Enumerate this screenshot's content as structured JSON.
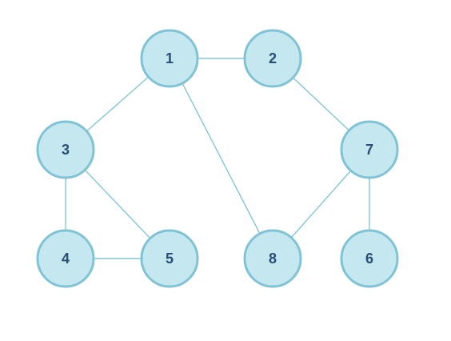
{
  "graph": {
    "nodes": [
      {
        "id": "1",
        "label": "1"
      },
      {
        "id": "2",
        "label": "2"
      },
      {
        "id": "3",
        "label": "3"
      },
      {
        "id": "4",
        "label": "4"
      },
      {
        "id": "5",
        "label": "5"
      },
      {
        "id": "6",
        "label": "6"
      },
      {
        "id": "7",
        "label": "7"
      },
      {
        "id": "8",
        "label": "8"
      }
    ],
    "edges": [
      {
        "from": "1",
        "to": "2"
      },
      {
        "from": "1",
        "to": "3"
      },
      {
        "from": "1",
        "to": "8"
      },
      {
        "from": "2",
        "to": "7"
      },
      {
        "from": "3",
        "to": "4"
      },
      {
        "from": "3",
        "to": "5"
      },
      {
        "from": "4",
        "to": "5"
      },
      {
        "from": "7",
        "to": "8"
      },
      {
        "from": "7",
        "to": "6"
      }
    ]
  },
  "colors": {
    "node_fill": "#c5e8f0",
    "node_stroke": "#7fc3d4",
    "edge": "#84c6d4",
    "label": "#2a4d73",
    "background": "#ffffff"
  }
}
